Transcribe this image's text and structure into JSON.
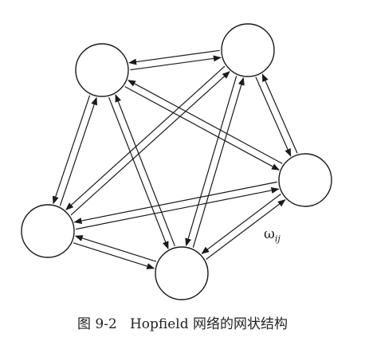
{
  "figure": {
    "caption": "图 9-2   Hopfield 网络的网状结构",
    "weight_label": {
      "symbol": "ω",
      "subscript": "ij"
    },
    "nodes": [
      {
        "id": "top-left"
      },
      {
        "id": "top-right"
      },
      {
        "id": "right"
      },
      {
        "id": "bottom"
      },
      {
        "id": "left"
      }
    ],
    "connections": [
      {
        "from": "top-left",
        "to": "top-right",
        "bidirectional": true
      },
      {
        "from": "top-left",
        "to": "right",
        "bidirectional": true
      },
      {
        "from": "top-left",
        "to": "bottom",
        "bidirectional": true
      },
      {
        "from": "top-left",
        "to": "left",
        "bidirectional": true
      },
      {
        "from": "top-right",
        "to": "right",
        "bidirectional": true
      },
      {
        "from": "top-right",
        "to": "bottom",
        "bidirectional": true
      },
      {
        "from": "top-right",
        "to": "left",
        "bidirectional": true
      },
      {
        "from": "right",
        "to": "bottom",
        "bidirectional": true
      },
      {
        "from": "right",
        "to": "left",
        "bidirectional": true
      },
      {
        "from": "bottom",
        "to": "left",
        "bidirectional": true
      }
    ],
    "stroke_color": "#1a1a1a"
  }
}
